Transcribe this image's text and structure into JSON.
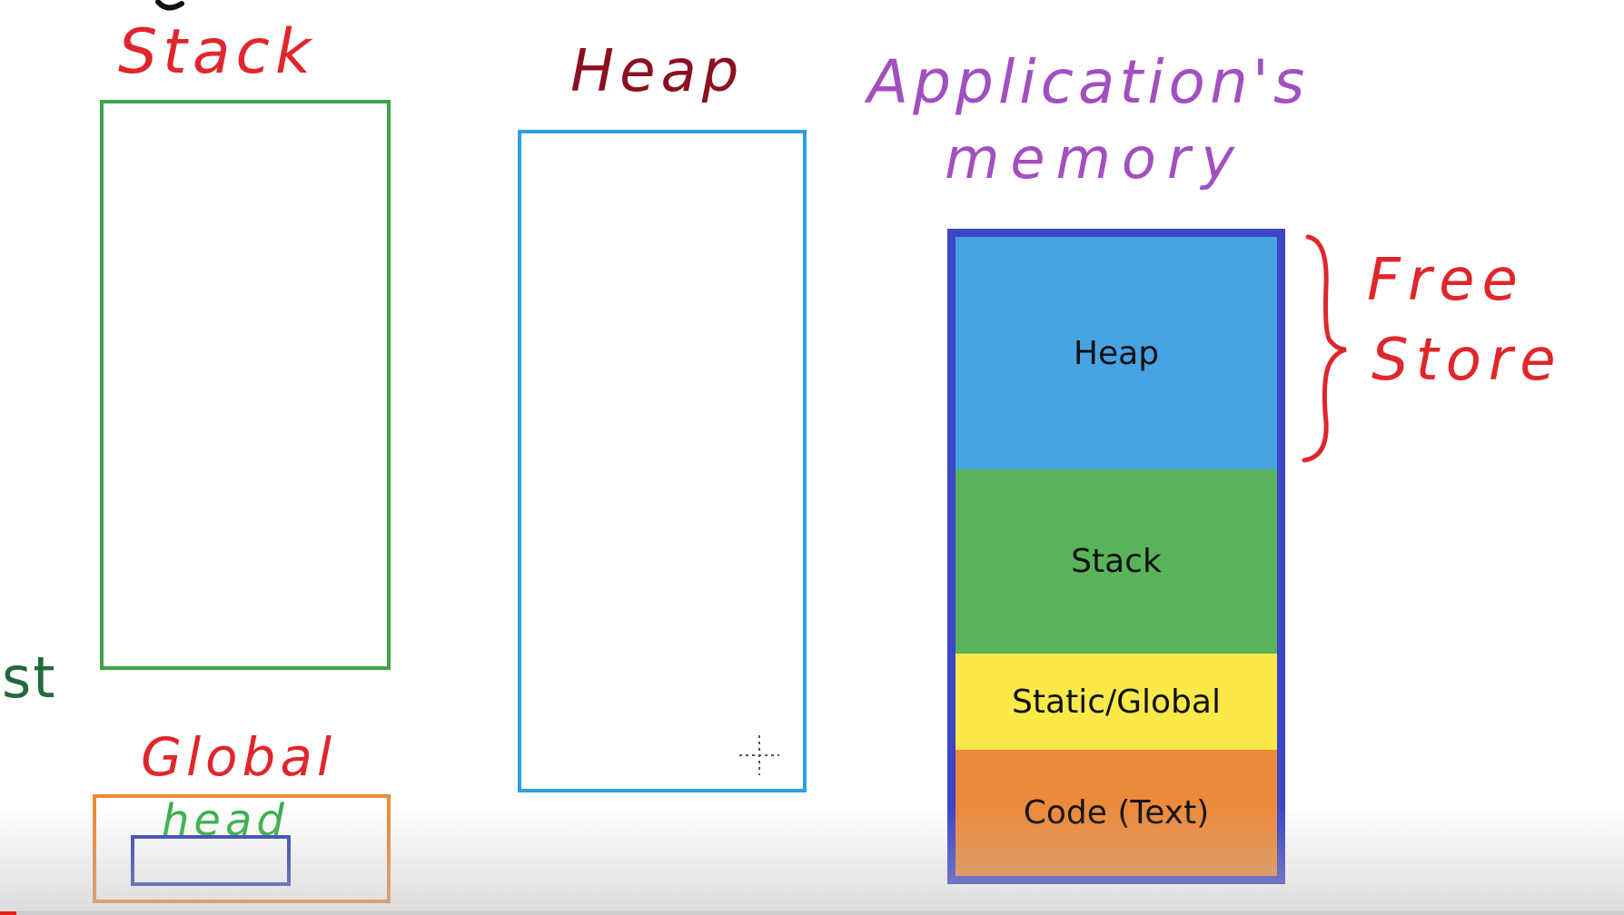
{
  "labels": {
    "stack_title": "Stack",
    "heap_title": "Heap",
    "app_memory_line1": "Application's",
    "app_memory_line2": "memory",
    "free_store_line1": "Free",
    "free_store_line2": "Store",
    "global_title": "Global",
    "head_label": "head",
    "partial_left_text": "st"
  },
  "memory_segments": [
    {
      "label": "Heap",
      "color": "#46a3e3"
    },
    {
      "label": "Stack",
      "color": "#59b35a"
    },
    {
      "label": "Static/Global",
      "color": "#fbe94a"
    },
    {
      "label": "Code (Text)",
      "color": "#ec8a3b"
    }
  ],
  "colors": {
    "stack_box": "#3da54a",
    "heap_box": "#2f9fe0",
    "global_box": "#ec8a3a",
    "head_box": "#3346b5",
    "memory_border": "#3c46c6",
    "red_ink": "#e0262b",
    "purple_ink": "#a24fc0",
    "maroon_ink": "#8b1020"
  },
  "video_progress": {
    "fraction": 0.01,
    "color": "#e62117"
  }
}
